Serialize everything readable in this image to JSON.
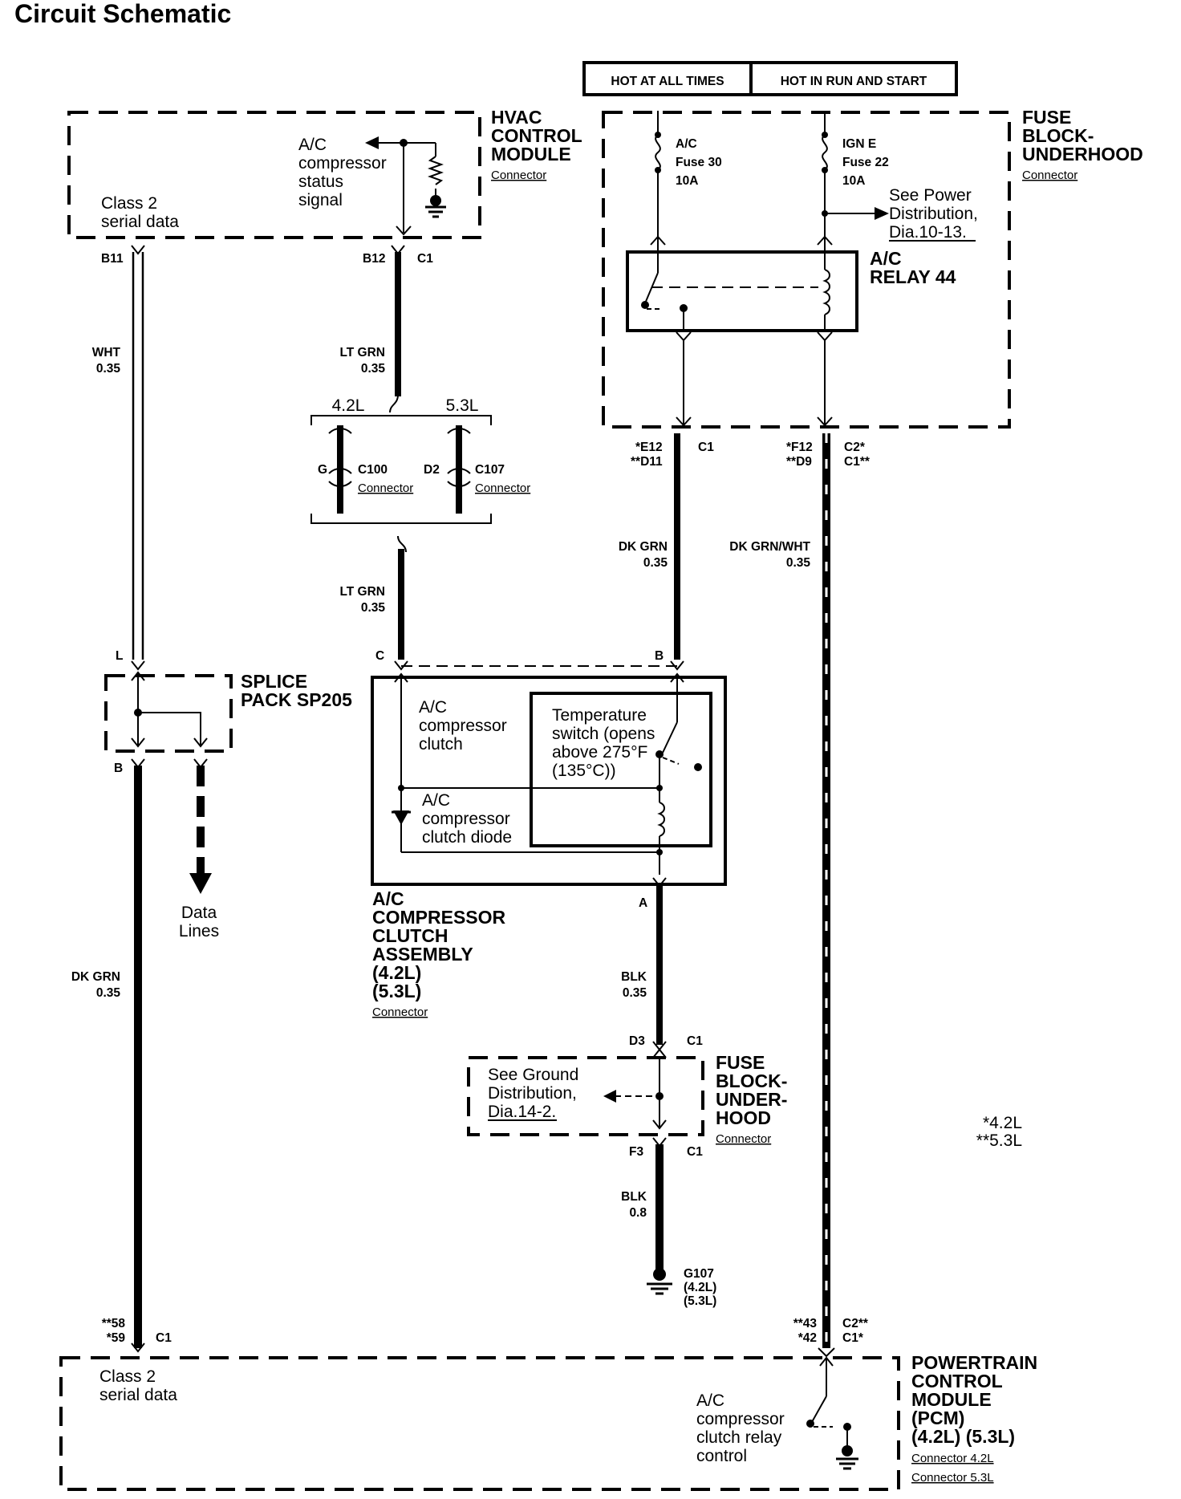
{
  "title": "Circuit Schematic",
  "power_labels": {
    "hot_at_all_times": "HOT AT ALL TIMES",
    "hot_in_run_and_start": "HOT IN RUN AND START"
  },
  "hvac_module": {
    "title_lines": [
      "HVAC",
      "CONTROL",
      "MODULE"
    ],
    "connector": "Connector",
    "status_signal_lines": [
      "A/C",
      "compressor",
      "status",
      "signal"
    ],
    "class2_lines": [
      "Class 2",
      "serial data"
    ]
  },
  "fuse_block_top": {
    "title_lines": [
      "FUSE",
      "BLOCK-",
      "UNDERHOOD"
    ],
    "connector": "Connector",
    "fuse30_lines": [
      "A/C",
      "Fuse 30",
      "10A"
    ],
    "fuse22_lines": [
      "IGN E",
      "Fuse 22",
      "10A"
    ],
    "see_power_lines": [
      "See Power",
      "Distribution,",
      "Dia.10-13."
    ],
    "relay_lines": [
      "A/C",
      "RELAY 44"
    ]
  },
  "pins": {
    "b11": "B11",
    "b12": "B12",
    "c1_hvac": "C1",
    "e12": "*E12",
    "d11": "**D11",
    "c1_fuse": "C1",
    "f12": "*F12",
    "d9": "**D9",
    "c2": "C2*",
    "c1_fuse2": "C1**",
    "g": "G",
    "d2": "D2",
    "l": "L",
    "b_splice": "B",
    "c_clutch": "C",
    "b_clutch": "B",
    "a_clutch": "A",
    "d3": "D3",
    "c1_gnd_top": "C1",
    "f3": "F3",
    "c1_gnd_bot": "C1",
    "p58": "**58",
    "p59": "*59",
    "c1_pcm": "C1",
    "p43": "**43",
    "p42": "*42",
    "c2_pcm": "C2**",
    "c1_pcm2": "C1*"
  },
  "wires": {
    "wht": [
      "WHT",
      "0.35"
    ],
    "lt_grn_top": [
      "LT GRN",
      "0.35"
    ],
    "lt_grn_mid": [
      "LT GRN",
      "0.35"
    ],
    "dk_grn_relay": [
      "DK GRN",
      "0.35"
    ],
    "dk_grn_wht": [
      "DK GRN/WHT",
      "0.35"
    ],
    "dk_grn_left": [
      "DK GRN",
      "0.35"
    ],
    "blk_035": [
      "BLK",
      "0.35"
    ],
    "blk_08": [
      "BLK",
      "0.8"
    ]
  },
  "engine_split": {
    "left": "4.2L",
    "right": "5.3L"
  },
  "c100": {
    "name": "C100",
    "sub": "Connector"
  },
  "c107": {
    "name": "C107",
    "sub": "Connector"
  },
  "splice_lines": [
    "SPLICE",
    "PACK SP205"
  ],
  "data_lines": [
    "Data",
    "Lines"
  ],
  "clutch": {
    "clutch_lines": [
      "A/C",
      "compressor",
      "clutch"
    ],
    "temp_lines": [
      "Temperature",
      "switch (opens",
      "above 275°F",
      "(135°C))"
    ],
    "diode_lines": [
      "A/C",
      "compressor",
      "clutch diode"
    ],
    "title_lines": [
      "A/C",
      "COMPRESSOR",
      "CLUTCH",
      "ASSEMBLY",
      "(4.2L)",
      "(5.3L)"
    ],
    "connector": "Connector"
  },
  "ground_block": {
    "see_ground_lines": [
      "See Ground",
      "Distribution,",
      "Dia.14-2."
    ],
    "title_lines": [
      "FUSE",
      "BLOCK-",
      "UNDER-",
      "HOOD"
    ],
    "connector": "Connector"
  },
  "g107_lines": [
    "G107",
    "(4.2L)",
    "(5.3L)"
  ],
  "legend": {
    "one_star": "*4.2L",
    "two_star": "**5.3L"
  },
  "pcm": {
    "class2_lines": [
      "Class 2",
      "serial data"
    ],
    "relay_ctrl_lines": [
      "A/C",
      "compressor",
      "clutch relay",
      "control"
    ],
    "title_lines": [
      "POWERTRAIN",
      "CONTROL",
      "MODULE",
      "(PCM)",
      "(4.2L) (5.3L)"
    ],
    "connector_42": "Connector 4.2L",
    "connector_53": "Connector 5.3L"
  }
}
